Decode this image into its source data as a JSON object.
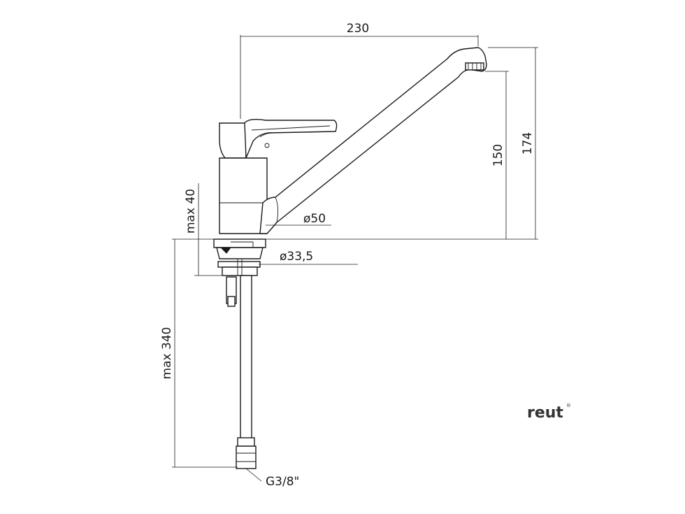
{
  "dimensions": {
    "spout_reach": "230",
    "total_height": "174",
    "spout_height": "150",
    "max_deck_thickness": "max 40",
    "max_hose_length": "max 340",
    "body_diameter": "ø50",
    "hole_diameter": "ø33,5",
    "connection_thread": "G3/8\""
  },
  "brand": {
    "name": "reut",
    "mark": "®"
  },
  "colors": {
    "line": "#1a1a1a",
    "background": "#ffffff"
  }
}
